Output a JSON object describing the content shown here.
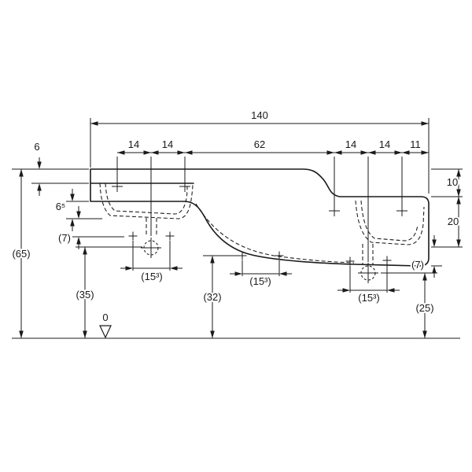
{
  "drawing": {
    "kind": "washbasin front elevation with dimensions",
    "dims": {
      "total_width": "140",
      "rim_height": "6",
      "tap_left_a": "14",
      "tap_left_b": "14",
      "center_span": "62",
      "tap_right_a": "14",
      "tap_right_b": "14",
      "right_end": "11",
      "right_step": "10",
      "bowl_depth_right": "20",
      "wall_right": "(7)",
      "apron_left": "6⁵",
      "wall_left": "(7)",
      "total_height": "(65)",
      "drain_left_height": "(35)",
      "fix_mid_height": "(32)",
      "drain_right_height": "(25)",
      "fix_span_left": "(15³)",
      "fix_span_mid": "(15³)",
      "fix_span_right": "(15³)",
      "datum_zero": "0"
    }
  }
}
